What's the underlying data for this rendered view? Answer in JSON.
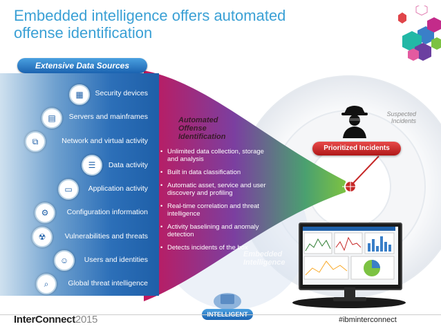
{
  "title": "Embedded intelligence offers automated offense identification",
  "sources_header": "Extensive Data Sources",
  "sources": [
    {
      "label": "Security devices",
      "icon": "firewall-icon"
    },
    {
      "label": "Servers and mainframes",
      "icon": "server-icon"
    },
    {
      "label": "Network and virtual activity",
      "icon": "network-icon"
    },
    {
      "label": "Data activity",
      "icon": "database-icon"
    },
    {
      "label": "Application activity",
      "icon": "application-icon"
    },
    {
      "label": "Configuration information",
      "icon": "configuration-icon"
    },
    {
      "label": "Vulnerabilities and threats",
      "icon": "radiation-icon"
    },
    {
      "label": "Users and identities",
      "icon": "user-identity-icon"
    },
    {
      "label": "Global threat intelligence",
      "icon": "globe-search-icon"
    }
  ],
  "automated_title": "Automated Offense Identification",
  "bullets": [
    "Unlimited data collection, storage and analysis",
    "Built in data classification",
    "Automatic asset, service and user discovery and profiling",
    "Real-time correlation and threat intelligence",
    "Activity baselining and anomaly detection",
    "Detects incidents of the box"
  ],
  "prioritized_label": "Prioritized Incidents",
  "suspected_label": "Suspected Incidents",
  "embedded_label": "Embedded Intelligence",
  "intelligent_label": "INTELLIGENT",
  "brand_name": "InterConnect",
  "brand_year": "2015",
  "hashtag": "#ibminterconnect",
  "colors": {
    "title": "#3aa0d5",
    "panel": "#1e5fa8",
    "funnel_start": "#c2185b",
    "funnel_mid": "#7b3fa0",
    "funnel_end": "#7cc242",
    "prioritized": "#c62828"
  }
}
